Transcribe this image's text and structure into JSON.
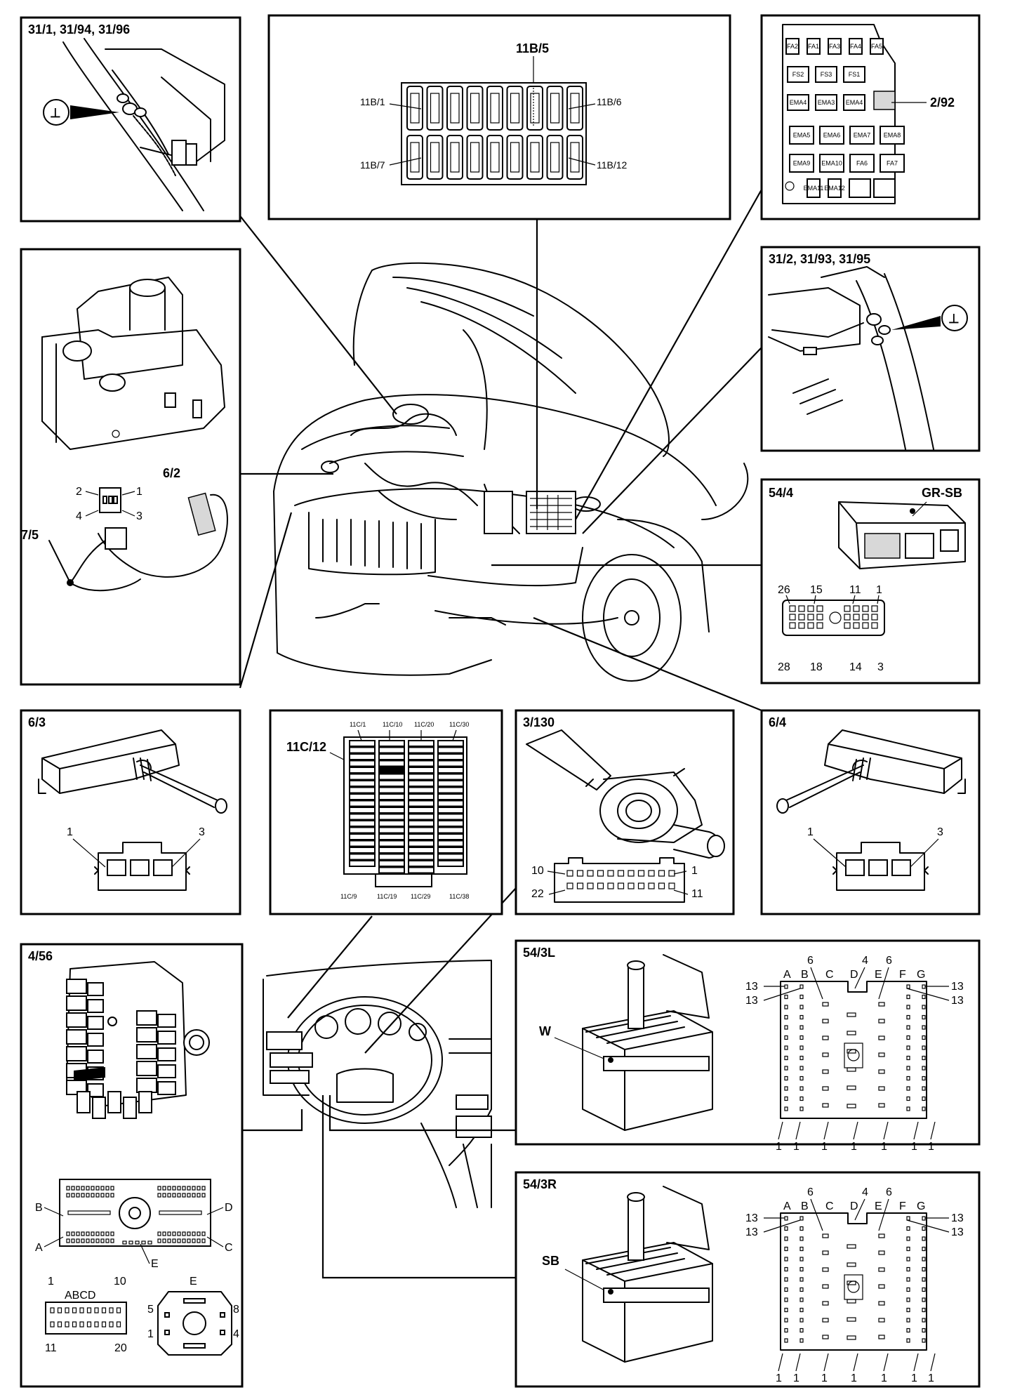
{
  "panels": {
    "ground_front_left": {
      "title": "31/1, 31/94, 31/96",
      "symbol": "⊥"
    },
    "fusebox_11b": {
      "title": "11B/5",
      "labels": [
        "11B/1",
        "11B/6",
        "11B/7",
        "11B/12"
      ]
    },
    "relay_box": {
      "title": "2/92",
      "cells": [
        "FA2",
        "FA1",
        "FA3",
        "FA4",
        "FA5",
        "FS2",
        "FS3",
        "FS1",
        "EMA4",
        "EMA3",
        "EMA4",
        "EMA5",
        "EMA6",
        "EMA7",
        "EMA8",
        "EMA9",
        "EMA10",
        "FA6",
        "FA7",
        "EMA11",
        "EMA12"
      ]
    },
    "ground_front_right": {
      "title": "31/2, 31/93, 31/95",
      "symbol": "⊥"
    },
    "washer": {
      "title_pump": "6/2",
      "title_sensor": "7/5",
      "pins": [
        "2",
        "1",
        "4",
        "3"
      ]
    },
    "connector_544": {
      "title": "54/4",
      "color": "GR-SB",
      "pins_top": [
        "26",
        "15",
        "11",
        "1"
      ],
      "pins_bottom": [
        "28",
        "18",
        "14",
        "3"
      ]
    },
    "washer_nozzle_left": {
      "title": "6/3",
      "pins": [
        "1",
        "3"
      ]
    },
    "fusebox_11c": {
      "title": "11C/12",
      "top": [
        "11C/1",
        "11C/10",
        "11C/20",
        "11C/30"
      ],
      "bottom": [
        "11C/9",
        "11C/19",
        "11C/29",
        "11C/38"
      ]
    },
    "steering_switch": {
      "title": "3/130",
      "pins": [
        "10",
        "1",
        "22",
        "11"
      ]
    },
    "washer_nozzle_right": {
      "title": "6/4",
      "pins": [
        "1",
        "3"
      ]
    },
    "cem": {
      "title": "4/56",
      "connector_labels": [
        "B",
        "D",
        "A",
        "C",
        "E"
      ],
      "plug_letters": "ABCD",
      "plug_pins": [
        "1",
        "10",
        "11",
        "20"
      ],
      "round_label": "E",
      "round_pins": [
        "5",
        "8",
        "1",
        "4"
      ]
    },
    "connector_543l": {
      "title": "54/3L",
      "color": "W"
    },
    "connector_543r": {
      "title": "54/3R",
      "color": "SB"
    },
    "pinout": {
      "columns": [
        "A",
        "B",
        "C",
        "D",
        "E",
        "F",
        "G"
      ],
      "top_pins": [
        "6",
        "4",
        "6"
      ],
      "side_pins": [
        "13",
        "13",
        "13",
        "13"
      ],
      "bottom_pins": [
        "1",
        "1",
        "1",
        "1",
        "1",
        "1",
        "1"
      ]
    }
  }
}
